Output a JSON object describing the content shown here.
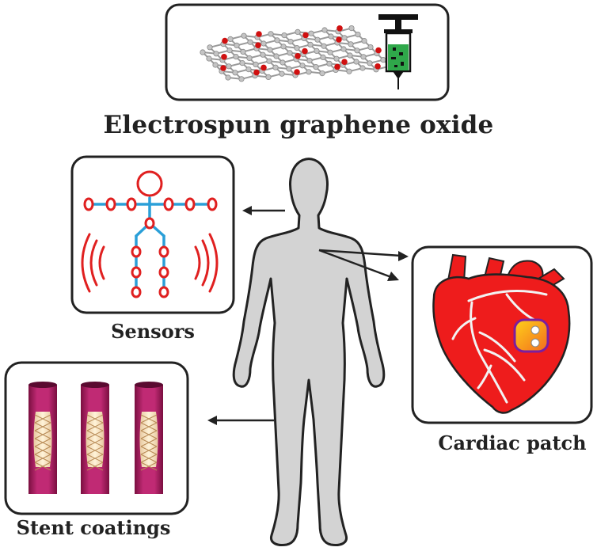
{
  "labels": {
    "title": "Electrospun graphene oxide",
    "sensors": "Sensors",
    "cardiac": "Cardiac patch",
    "stent": "Stent coatings"
  },
  "colors": {
    "panel_border": "#222222",
    "body_fill": "#d3d3d3",
    "sensor_red": "#e02020",
    "sensor_blue": "#2a9fd8",
    "heart_red": "#ee1c1c",
    "stent_magenta": "#a0175a",
    "graphene_gray": "#b8b8b8",
    "oxygen_red": "#d01010",
    "syringe_green": "#2fa84a"
  },
  "icons": [
    "graphene-sheet-icon",
    "syringe-icon",
    "human-body-icon",
    "sensor-figure-icon",
    "heart-icon",
    "stent-icon",
    "arrow-icon"
  ]
}
